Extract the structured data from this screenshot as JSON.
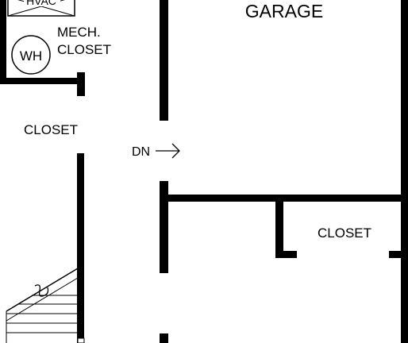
{
  "labels": {
    "hvac": "HVAC",
    "water_heater": "WH",
    "mech_closet_line1": "MECH.",
    "mech_closet_line2": "CLOSET",
    "closet_left": "CLOSET",
    "garage": "GARAGE",
    "stair_direction": "DN",
    "closet_right": "CLOSET"
  },
  "icons": {
    "water_heater": "circle-wh-icon",
    "stair_arrow": "arrow-right-icon",
    "hvac_unit": "boxed-x-icon"
  },
  "colors": {
    "ink": "#000000",
    "paper": "#ffffff"
  }
}
